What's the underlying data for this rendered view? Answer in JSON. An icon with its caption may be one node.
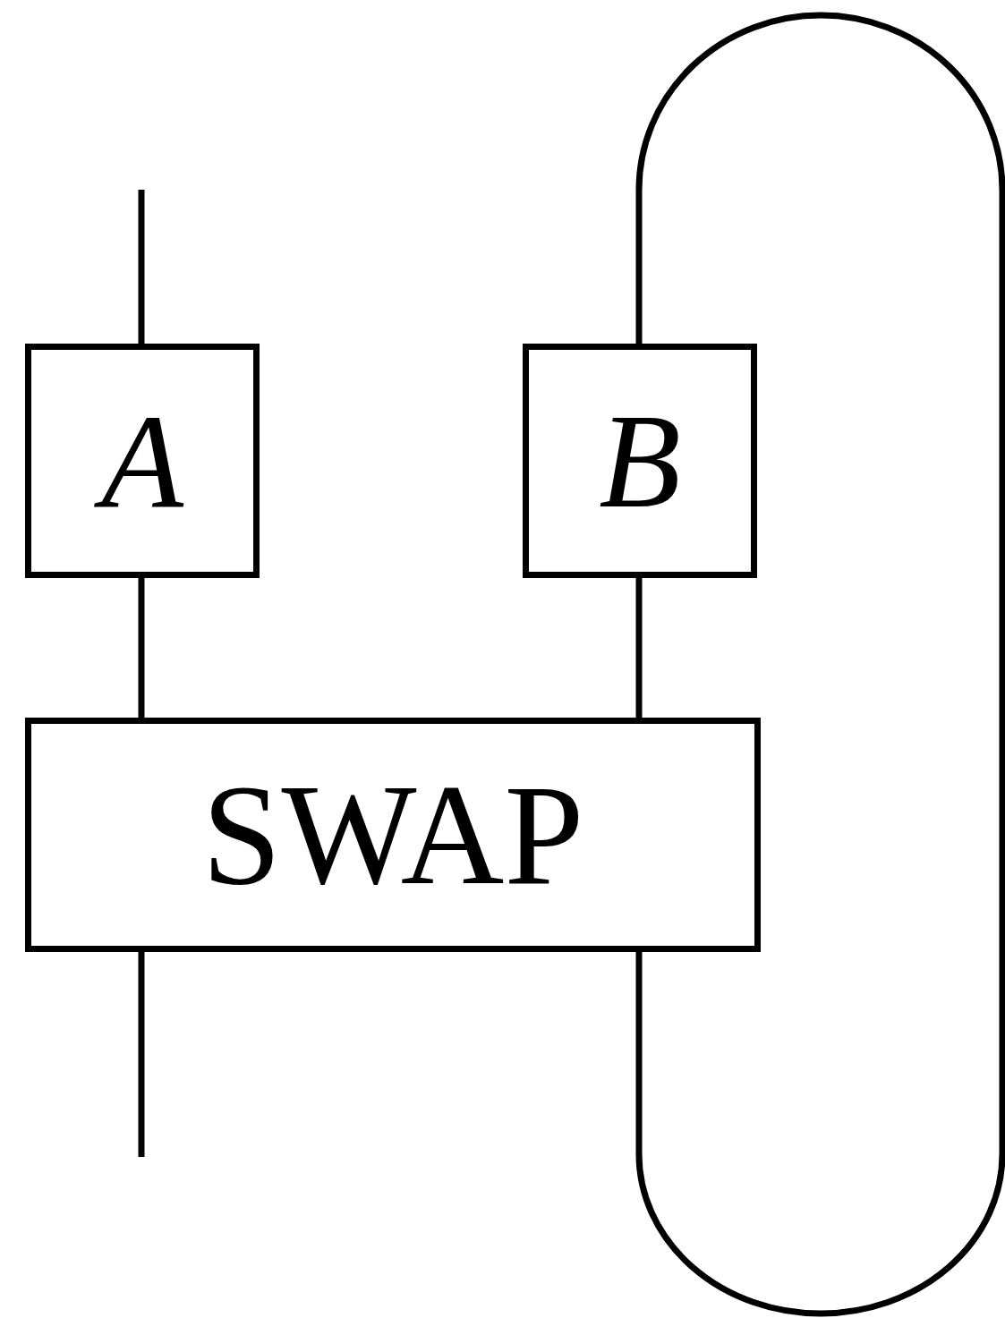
{
  "diagram": {
    "nodes": [
      {
        "text": [
          "A"
        ]
      },
      {
        "text": [
          "B"
        ]
      },
      {
        "text": [
          "SWAP"
        ]
      }
    ],
    "edges": [
      {
        "from": null,
        "to": 0,
        "arrow": "none"
      },
      {
        "from": 0,
        "to": 2,
        "arrow": "none"
      },
      {
        "from": 1,
        "to": 2,
        "arrow": "none"
      },
      {
        "from": 2,
        "to": null,
        "arrow": "none"
      },
      {
        "from": 2,
        "to": 1,
        "arrow": "none"
      }
    ]
  }
}
